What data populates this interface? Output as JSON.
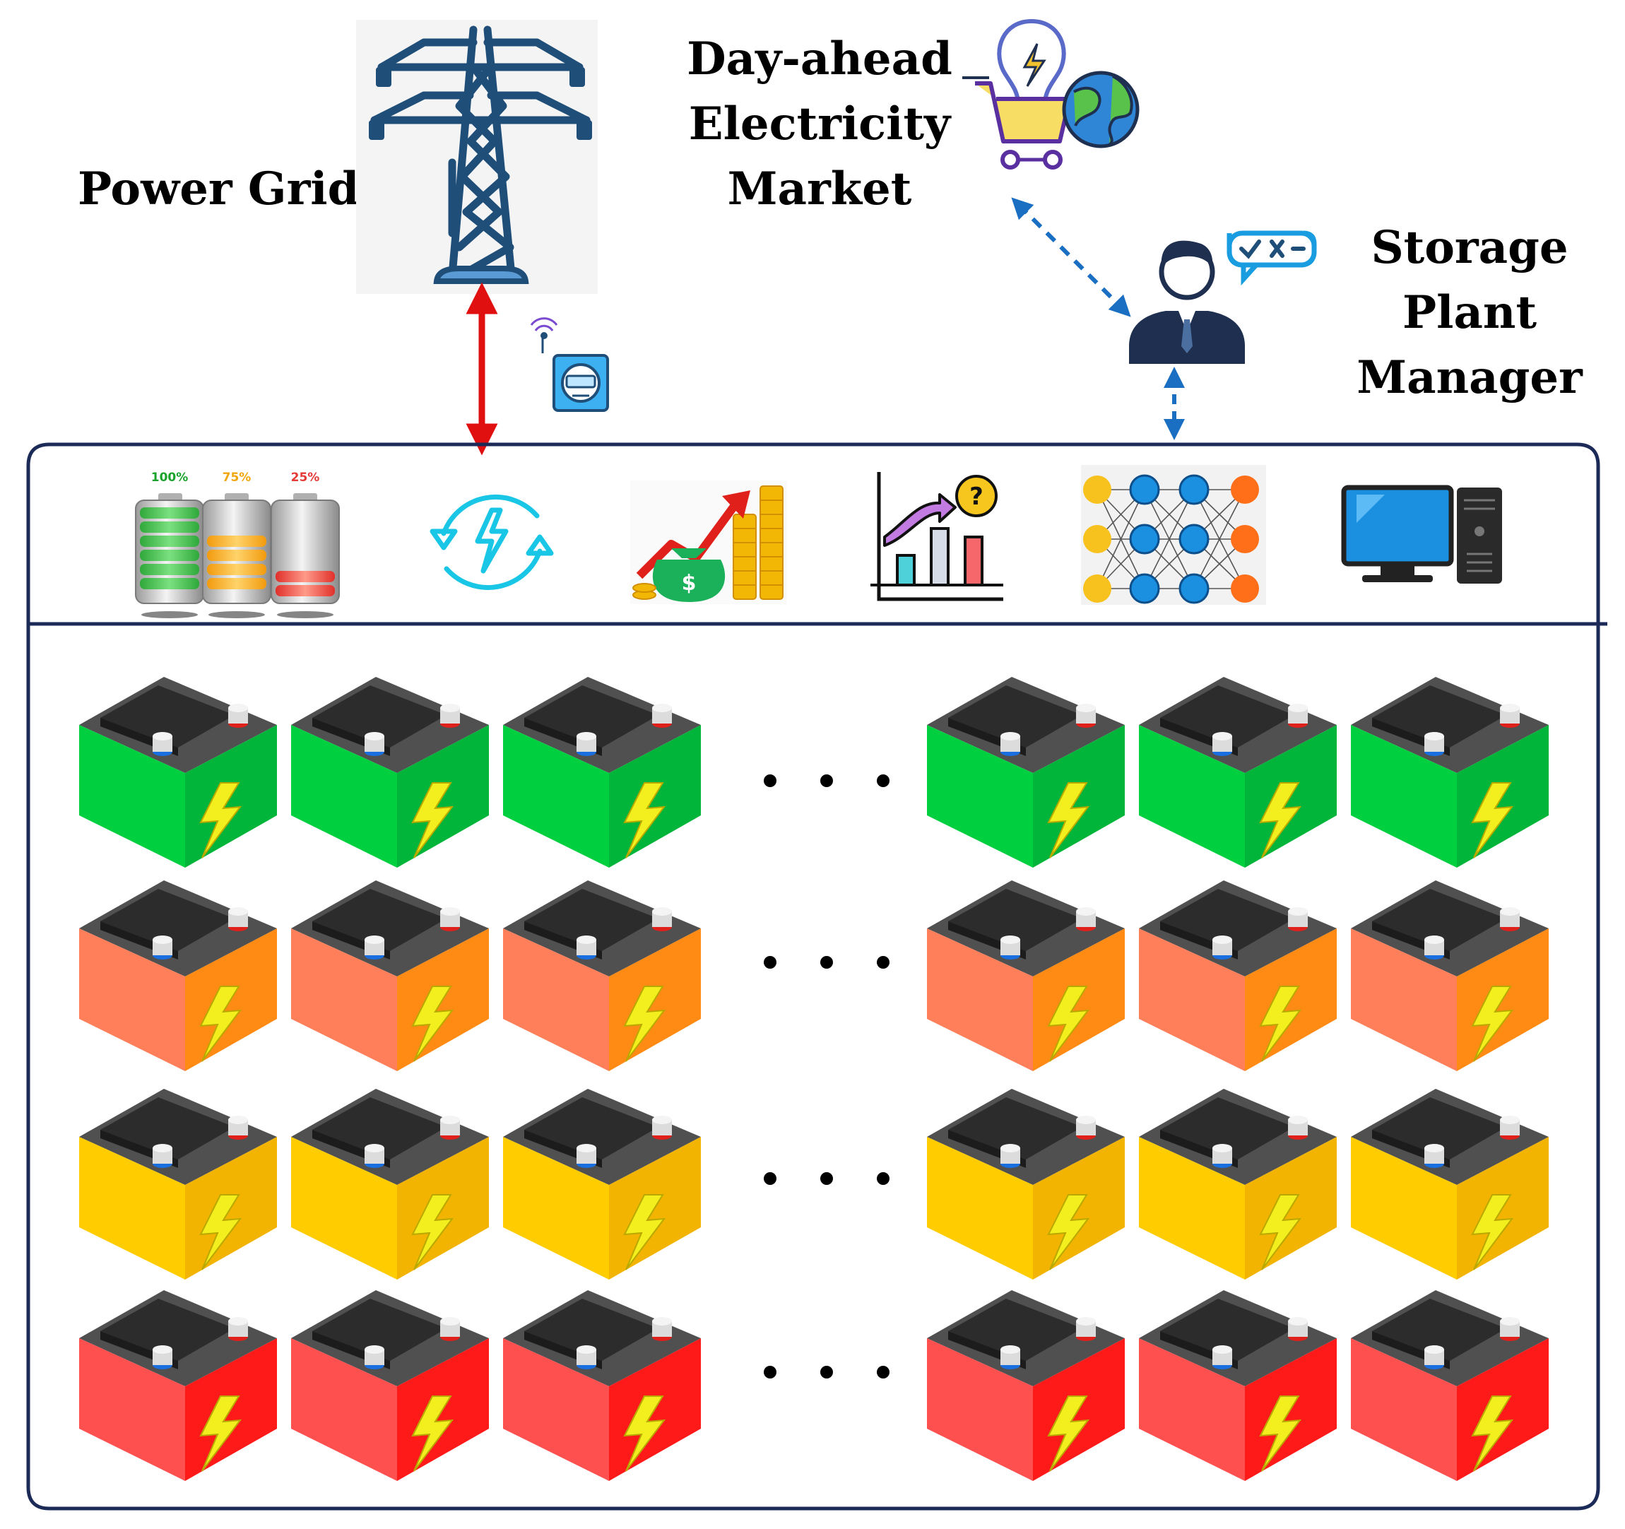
{
  "labels": {
    "power_grid": "Power Grid",
    "market_line1": "Day-ahead",
    "market_line2": "Electricity",
    "market_line3": "Market",
    "manager_line1": "Storage",
    "manager_line2": "Plant",
    "manager_line3": "Manager"
  },
  "charge_icon": {
    "levels": [
      "100%",
      "75%",
      "25%"
    ],
    "level_colors": [
      "#1aa32a",
      "#f2a60d",
      "#e53935"
    ]
  },
  "tool_icons": [
    "battery-levels-icon",
    "energy-cycle-icon",
    "revenue-growth-icon",
    "forecast-chart-icon",
    "neural-network-icon",
    "computer-icon"
  ],
  "battery_rows": [
    {
      "name": "green",
      "side": "#00d040",
      "side_dark": "#00b53a"
    },
    {
      "name": "orange",
      "side": "#ff7f5a",
      "side_dark": "#ff8a14"
    },
    {
      "name": "yellow",
      "side": "#ffcc00",
      "side_dark": "#f2b400"
    },
    {
      "name": "red",
      "side": "#ff5050",
      "side_dark": "#ff1a1a"
    }
  ],
  "colors": {
    "frame": "#1c2a57",
    "power_link": "#e01010",
    "data_link": "#1a6fc2",
    "tower": "#1f4e79",
    "bolt": "#f3ef1e"
  }
}
